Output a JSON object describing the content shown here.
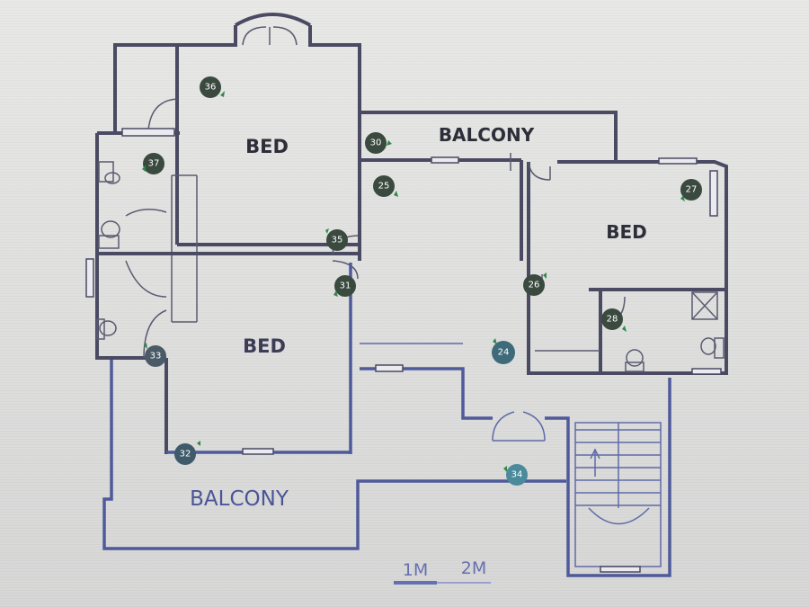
{
  "rooms": {
    "bed_top": "BED",
    "bed_left": "BED",
    "bed_right": "BED",
    "balcony_top": "BALCONY",
    "balcony_bottom": "BALCONY"
  },
  "markers": [
    {
      "id": "36",
      "color": "#3a4a3f"
    },
    {
      "id": "37",
      "color": "#3a4a3f"
    },
    {
      "id": "30",
      "color": "#3a4a3f"
    },
    {
      "id": "25",
      "color": "#3a4a3f"
    },
    {
      "id": "35",
      "color": "#3a4a3f"
    },
    {
      "id": "31",
      "color": "#3a4a3f"
    },
    {
      "id": "33",
      "color": "#4a5a66"
    },
    {
      "id": "32",
      "color": "#3f5a6a"
    },
    {
      "id": "24",
      "color": "#3f6a7a"
    },
    {
      "id": "34",
      "color": "#4a8a9a"
    },
    {
      "id": "26",
      "color": "#3a4a3f"
    },
    {
      "id": "27",
      "color": "#3a4a3f"
    },
    {
      "id": "28",
      "color": "#3a4a3f"
    }
  ],
  "scale": {
    "label_1": "1M",
    "label_2": "2M"
  },
  "colors": {
    "wall": "#4a4a63",
    "wall_blue": "#4f5a9a",
    "marker": "#3a4a3f",
    "arrow": "#2f8a4a"
  }
}
